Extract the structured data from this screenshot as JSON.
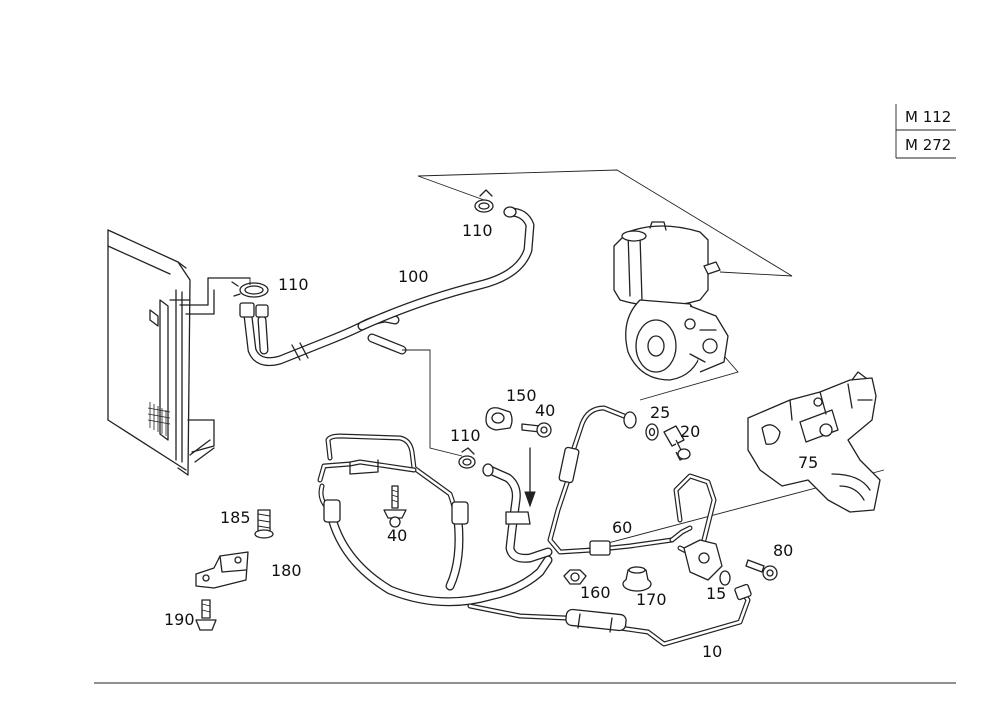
{
  "engine_box": {
    "rows": [
      "M 112",
      "M 272"
    ]
  },
  "callouts": {
    "c10": "10",
    "c15": "15",
    "c20": "20",
    "c25": "25",
    "c40a": "40",
    "c40b": "40",
    "c60": "60",
    "c75": "75",
    "c80": "80",
    "c100": "100",
    "c110a": "110",
    "c110b": "110",
    "c110c": "110",
    "c150": "150",
    "c160": "160",
    "c170": "170",
    "c180": "180",
    "c185": "185",
    "c190": "190"
  }
}
